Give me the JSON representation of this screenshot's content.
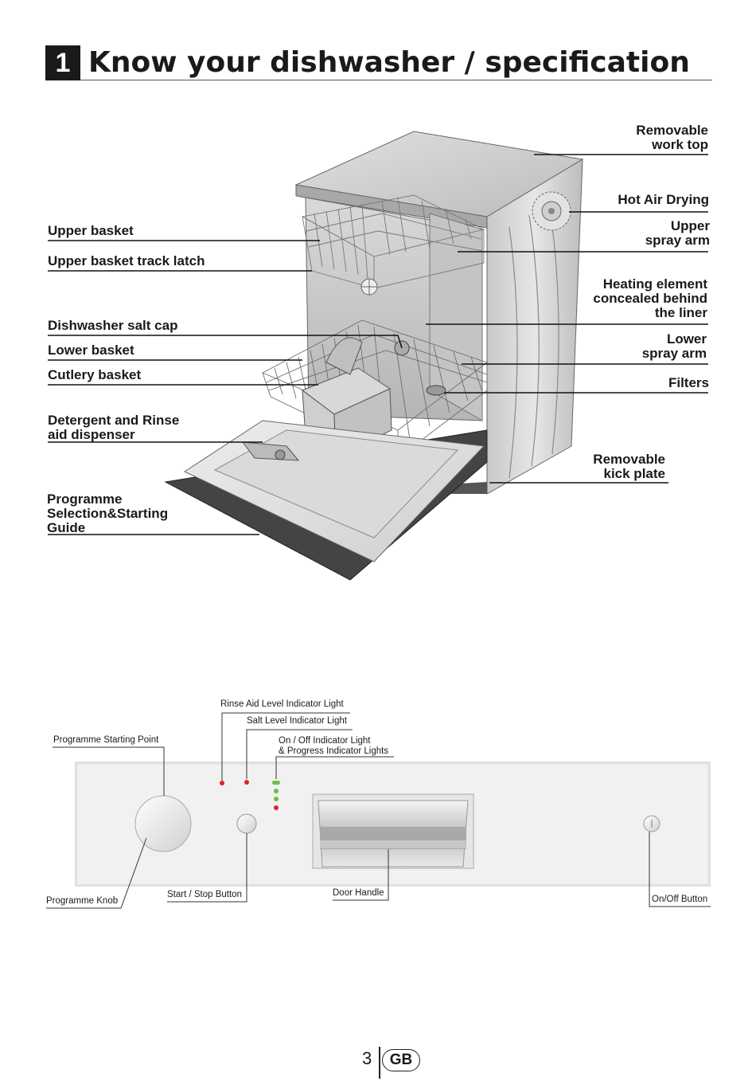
{
  "section": {
    "number": "1",
    "title": "Know your dishwasher / specification"
  },
  "diagram_labels": {
    "upper_basket": "Upper basket",
    "upper_basket_track_latch": "Upper basket track latch",
    "salt_cap": "Dishwasher salt cap",
    "lower_basket": "Lower basket",
    "cutlery_basket": "Cutlery basket",
    "detergent_dispenser": "Detergent and Rinse\naid dispenser",
    "programme_guide": "Programme\nSelection&Starting\nGuide",
    "work_top": "Removable\nwork top",
    "hot_air_drying": "Hot Air Drying",
    "upper_spray_arm": "Upper\nspray arm",
    "heating_element": "Heating element\nconcealed behind\nthe liner",
    "lower_spray_arm": "Lower\nspray arm",
    "filters": "Filters",
    "kick_plate": "Removable\nkick plate"
  },
  "panel_labels": {
    "rinse_aid_light": "Rinse Aid Level Indicator Light",
    "salt_light": "Salt Level Indicator Light",
    "progress_lights": "On / Off Indicator Light\n& Progress Indicator Lights",
    "starting_point": "Programme Starting Point",
    "knob": "Programme Knob",
    "start_stop": "Start / Stop Button",
    "door_handle": "Door Handle",
    "onoff_button": "On/Off Button"
  },
  "colors": {
    "indicator_red": "#d8252e",
    "indicator_green": "#6cc04a"
  },
  "footer": {
    "page": "3",
    "lang": "GB"
  }
}
